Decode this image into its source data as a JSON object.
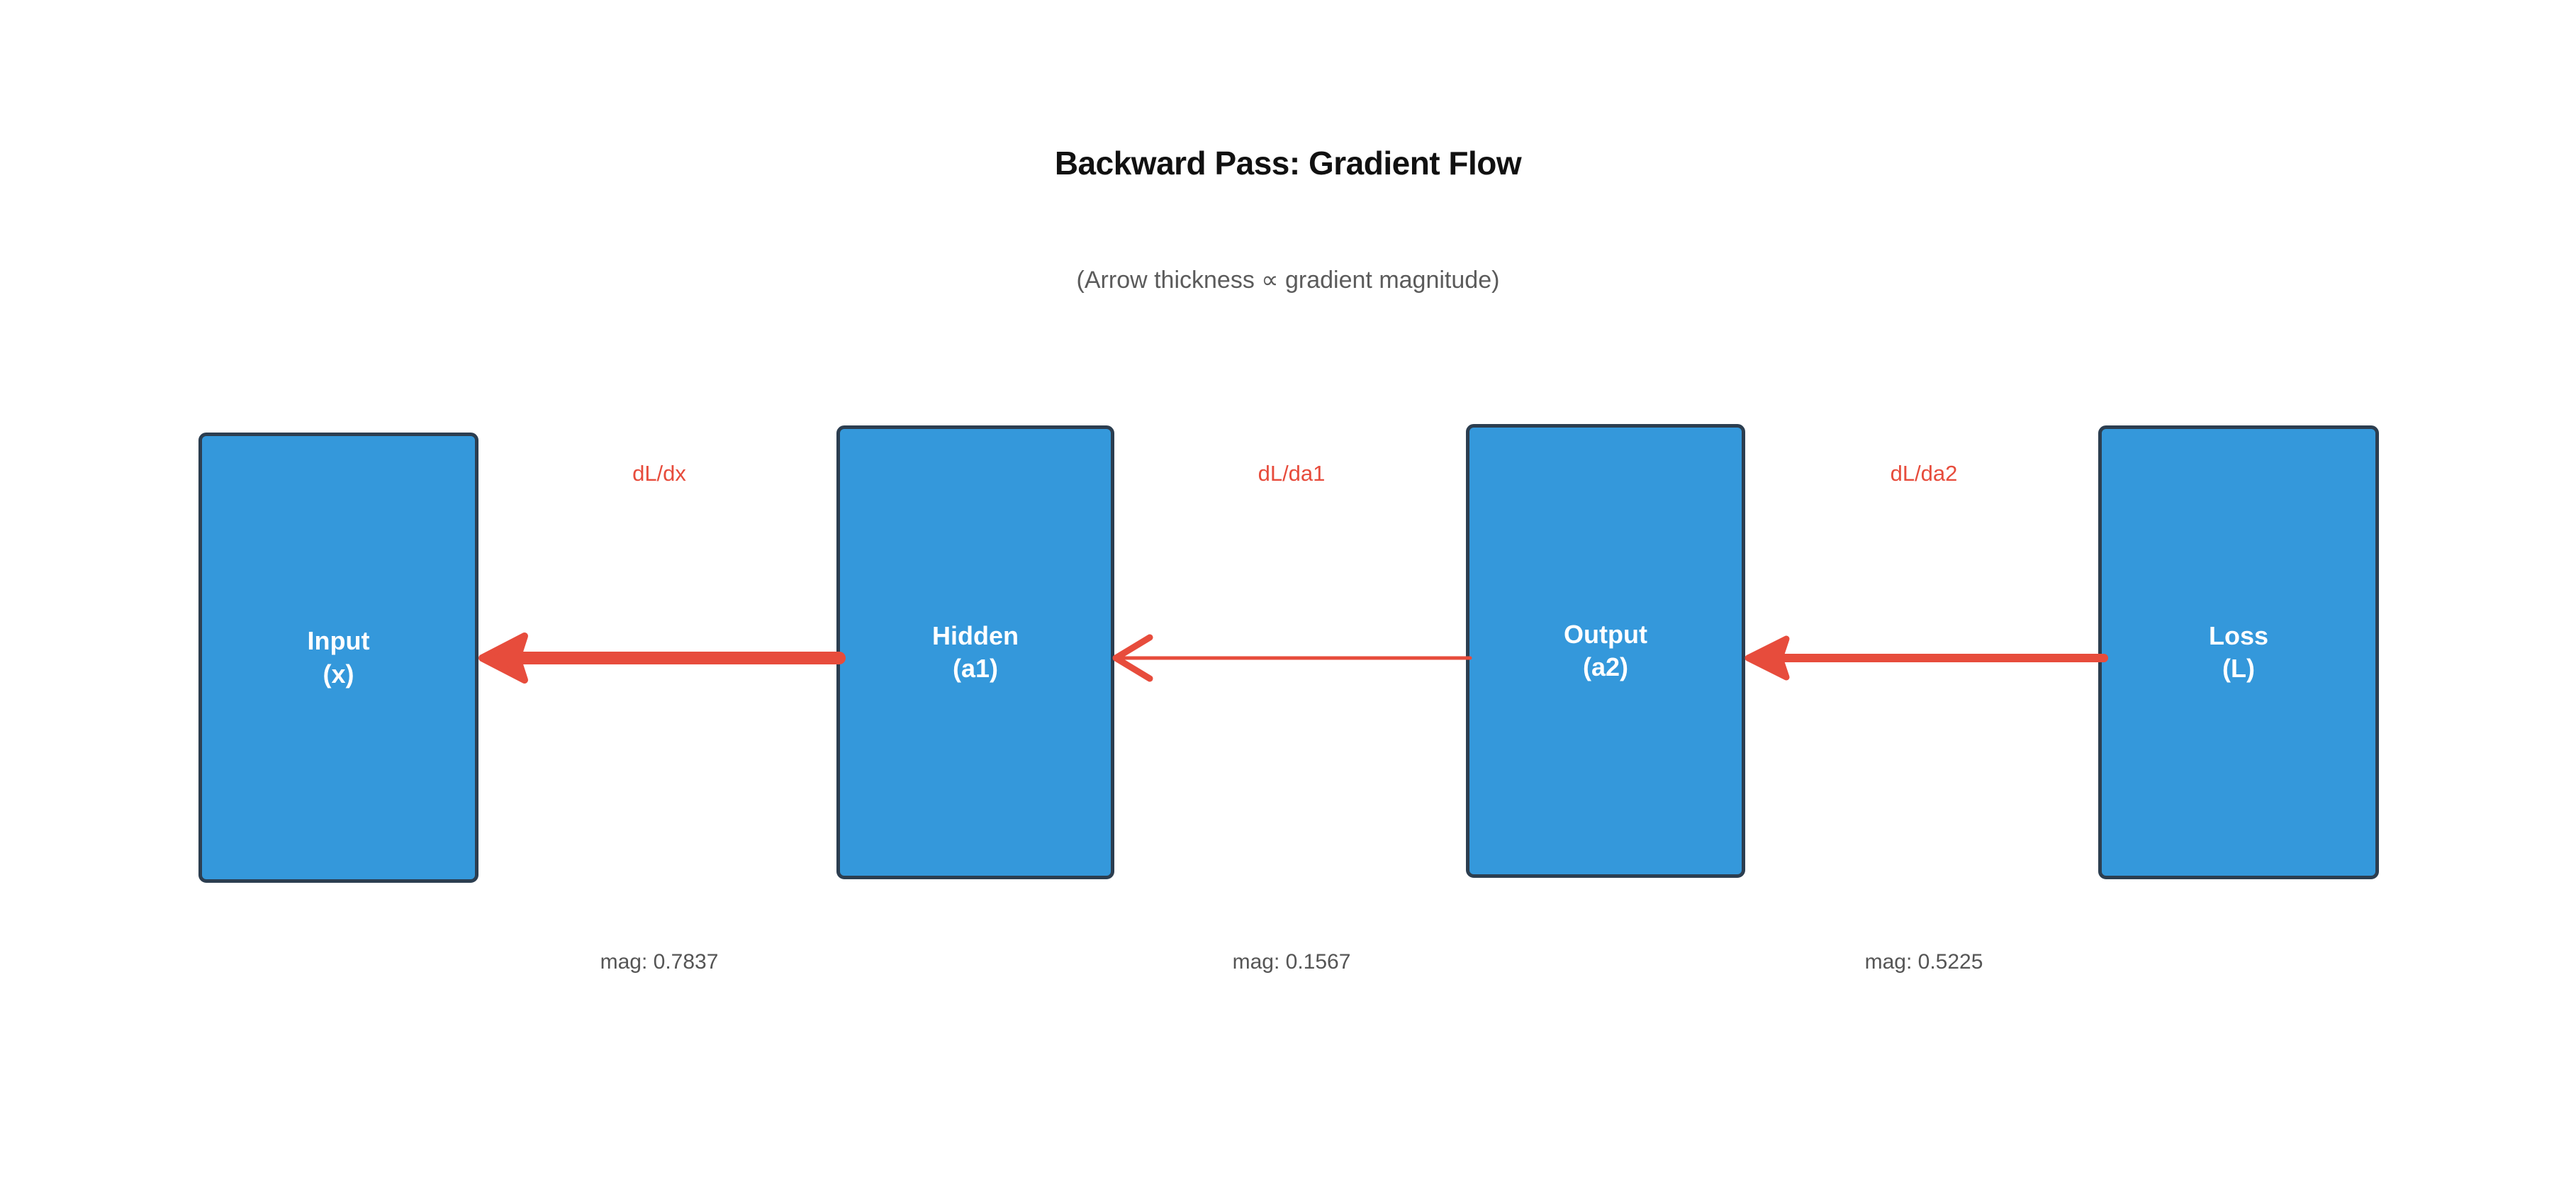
{
  "figure": {
    "title": "Backward Pass: Gradient Flow",
    "subtitle": "(Arrow thickness ∝ gradient magnitude)",
    "background_color": "#ffffff",
    "node_fill_color": "#3498db",
    "node_border_color": "#2c3e50",
    "node_text_color": "#ffffff",
    "arrow_color": "#e74c3c",
    "edge_label_color": "#e74c3c",
    "mag_label_color": "#555555"
  },
  "chart_data": {
    "type": "diagram",
    "title": "Backward Pass: Gradient Flow",
    "subtitle": "(Arrow thickness ∝ gradient magnitude)",
    "orientation": "right-to-left",
    "nodes": [
      {
        "id": "input",
        "line1": "Input",
        "line2": "(x)"
      },
      {
        "id": "hidden",
        "line1": "Hidden",
        "line2": "(a1)"
      },
      {
        "id": "output",
        "line1": "Output",
        "line2": "(a2)"
      },
      {
        "id": "loss",
        "line1": "Loss",
        "line2": "(L)"
      }
    ],
    "edges": [
      {
        "from": "hidden",
        "to": "input",
        "label": "dL/dx",
        "magnitude": 0.7837,
        "mag_label": "mag: 0.7837",
        "thickness_px": 18
      },
      {
        "from": "output",
        "to": "hidden",
        "label": "dL/da1",
        "magnitude": 0.1567,
        "mag_label": "mag: 0.1567",
        "thickness_px": 5
      },
      {
        "from": "loss",
        "to": "output",
        "label": "dL/da2",
        "magnitude": 0.5225,
        "mag_label": "mag: 0.5225",
        "thickness_px": 12
      }
    ]
  }
}
